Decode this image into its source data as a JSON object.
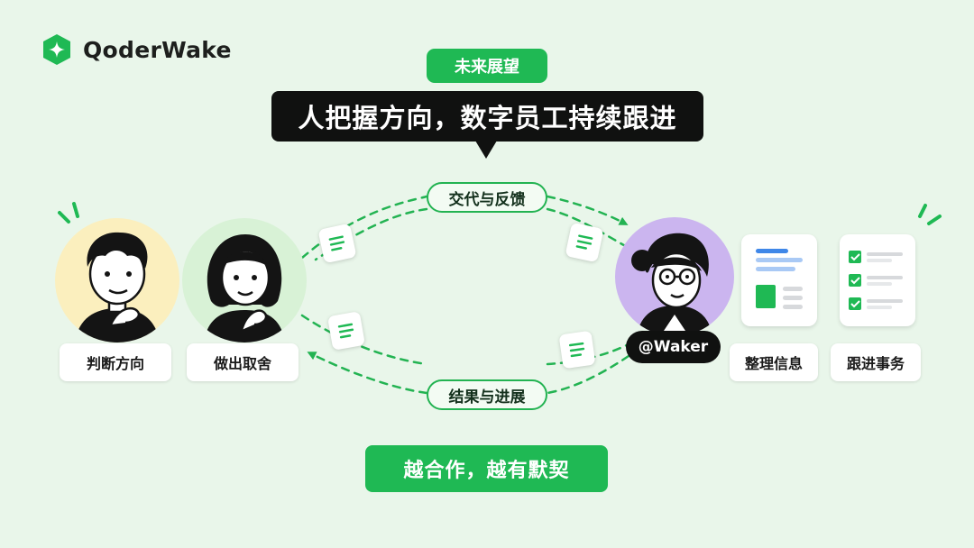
{
  "brand": {
    "name": "QoderWake"
  },
  "header": {
    "tag": "未来展望",
    "headline": "人把握方向，数字员工持续跟进"
  },
  "flow": {
    "top_label": "交代与反馈",
    "bottom_label": "结果与进展"
  },
  "humans": [
    {
      "label": "判断方向"
    },
    {
      "label": "做出取舍"
    }
  ],
  "agent": {
    "handle": "@Waker"
  },
  "tasks": [
    {
      "label": "整理信息",
      "icon": "document-icon"
    },
    {
      "label": "跟进事务",
      "icon": "checklist-icon"
    }
  ],
  "footer": {
    "tagline": "越合作，越有默契"
  },
  "colors": {
    "accent": "#1fb954",
    "dark": "#101110",
    "background": "#e9f6ea"
  }
}
